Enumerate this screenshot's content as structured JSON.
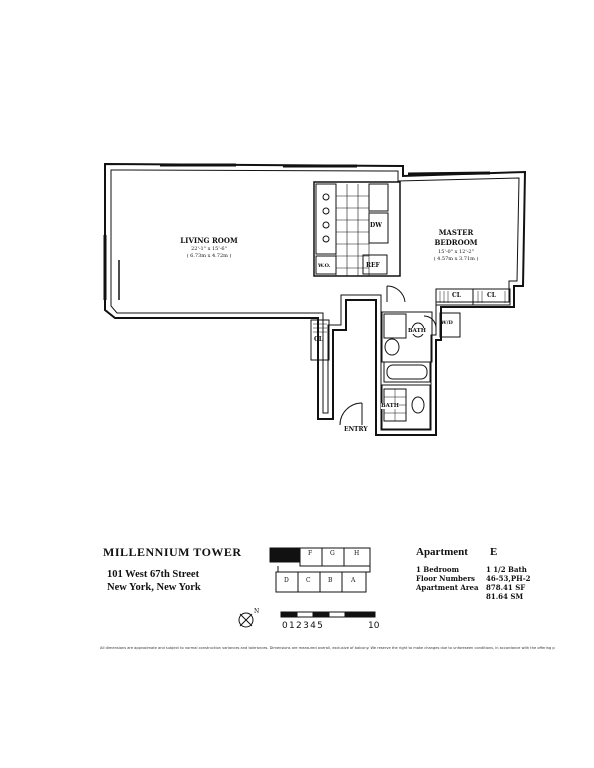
{
  "building": {
    "name": "MILLENNIUM TOWER",
    "street": "101 West 67th Street",
    "city": "New York, New York"
  },
  "apartment": {
    "title": "Apartment",
    "letter": "E",
    "rows": [
      {
        "label": "1 Bedroom",
        "value": "1 1/2 Bath"
      },
      {
        "label": "Floor Numbers",
        "value": "46-53,PH-2"
      },
      {
        "label": "Apartment Area",
        "value": "878.41 SF"
      },
      {
        "label": "",
        "value": "81.64 SM"
      }
    ]
  },
  "rooms": {
    "living_room": {
      "name": "LIVING ROOM",
      "dims": "22'-1\" x 15'-6\"",
      "metric": "( 6.73m x 4.72m )"
    },
    "master_bedroom": {
      "name_line1": "MASTER",
      "name_line2": "BEDROOM",
      "dims": "15'-0\" x 12'-2\"",
      "metric": "( 4.57m x 3.71m )"
    },
    "closet_bedroom_1": "CL",
    "closet_bedroom_2": "CL",
    "closet_entry": "CL",
    "washer_dryer": "W/D",
    "bath_main": "BATH",
    "bath_half": "BATH",
    "dishwasher": "DW",
    "refrigerator": "REF",
    "wall_oven": "W.O.",
    "entry": "ENTRY"
  },
  "keyplan": {
    "top_units": [
      "F",
      "G",
      "H"
    ],
    "bottom_units": [
      "D",
      "C",
      "B",
      "A"
    ]
  },
  "scale": {
    "labels": "012345",
    "end_label": "10"
  },
  "compass": {
    "north_label": "N"
  },
  "disclaimer": "All dimensions are approximate and subject to normal construction variances and tolerances. Dimensions are measured overall, exclusive of balcony. We reserve the right to make changes due to unforeseen conditions, in accordance with the offering plan."
}
